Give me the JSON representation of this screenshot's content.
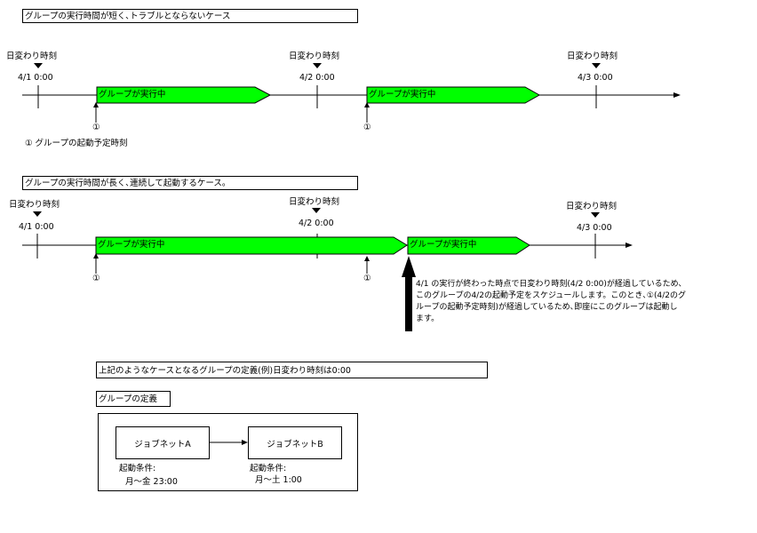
{
  "section1": {
    "title": "グループの実行時間が短く､トラブルとならないケース",
    "markers": [
      {
        "caption": "日変わり時刻",
        "time": "4/1 0:00"
      },
      {
        "caption": "日変わり時刻",
        "time": "4/2 0:00"
      },
      {
        "caption": "日変わり時刻",
        "time": "4/3 0:00"
      }
    ],
    "bars": [
      {
        "label": "グループが実行中"
      },
      {
        "label": "グループが実行中"
      }
    ],
    "start_marks": [
      "①",
      "①"
    ],
    "legend": "① グループの起動予定時刻"
  },
  "section2": {
    "title": "グループの実行時間が長く､連続して起動するケース。",
    "markers": [
      {
        "caption": "日変わり時刻",
        "time": "4/1 0:00"
      },
      {
        "caption": "日変わり時刻",
        "time": "4/2 0:00"
      },
      {
        "caption": "日変わり時刻",
        "time": "4/3 0:00"
      }
    ],
    "bars": [
      {
        "label": "グループが実行中"
      },
      {
        "label": "グループが実行中"
      }
    ],
    "start_marks": [
      "①",
      "①"
    ],
    "note_lines": [
      "4/1 の実行が終わった時点で日変わり時刻(4/2 0:00)が経過しているため､",
      "このグループの4/2の起動予定をスケジュールします。このとき､①(4/2のグ",
      "ループの起動予定時刻)が経過しているため､即座にこのグループは起動し",
      "ます。"
    ]
  },
  "section3": {
    "title": "上記のようなケースとなるグループの定義(例)日変わり時刻は0:00",
    "subtitle": "グループの定義",
    "jobnets": [
      {
        "name": "ジョブネットA",
        "cond_label": "起動条件:",
        "cond_value": "月～金 23:00"
      },
      {
        "name": "ジョブネットB",
        "cond_label": "起動条件:",
        "cond_value": "月～土 1:00"
      }
    ]
  },
  "colors": {
    "bar_fill": "#00ff00",
    "line": "#000000"
  }
}
